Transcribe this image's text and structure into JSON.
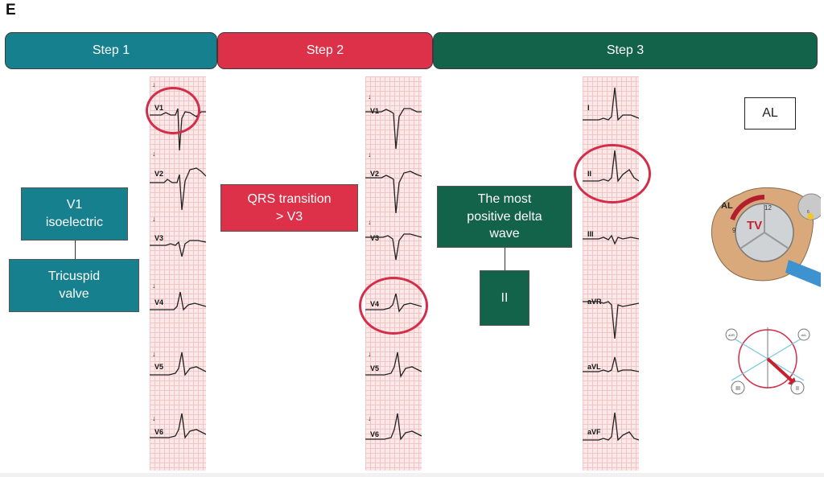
{
  "panel_letter": "E",
  "steps": [
    {
      "label": "Step 1",
      "color": "#16808f"
    },
    {
      "label": "Step 2",
      "color": "#dc3148"
    },
    {
      "label": "Step 3",
      "color": "#13634a"
    }
  ],
  "step1": {
    "box1": "V1\nisoelectric",
    "box2": "Tricuspid\nvalve"
  },
  "step2": {
    "box1": "QRS transition\n> V3"
  },
  "step3": {
    "box1": "The most\npositive delta\nwave",
    "box2": "II"
  },
  "leads_precordial": [
    "V1",
    "V2",
    "V3",
    "V4",
    "V5",
    "V6"
  ],
  "leads_limb": [
    "I",
    "II",
    "III",
    "aVR",
    "aVL",
    "aVF"
  ],
  "localization_label": "AL",
  "heart_diagram": {
    "region_label": "AL",
    "valve_label": "TV",
    "num_12": "12",
    "num_9": "9",
    "num_6": "6"
  },
  "axis_labels": {
    "avr": "aVR",
    "avl": "aVL",
    "iii": "III",
    "ii": "II"
  }
}
